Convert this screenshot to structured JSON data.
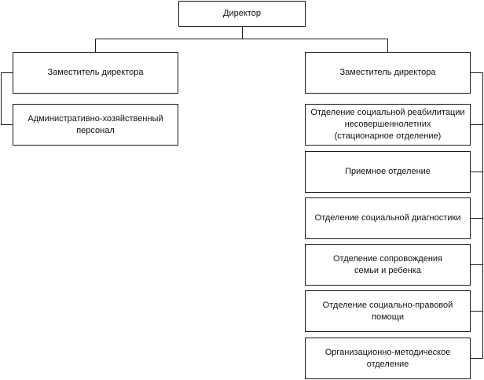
{
  "director": "Директор",
  "left_branch": {
    "deputy": "Заместитель директора",
    "units": [
      "Административно-хозяйственный\nперсонал"
    ]
  },
  "right_branch": {
    "deputy": "Заместитель директора",
    "units": [
      "Отделение социальной реабилитации\nнесовершеннолетних\n(стационарное отделение)",
      "Приемное отделение",
      "Отделение социальной диагностики",
      "Отделение сопровождения\nсемьи и ребенка",
      "Отделение социально-правовой\nпомощи",
      "Организационно-методическое\nотделение"
    ]
  }
}
